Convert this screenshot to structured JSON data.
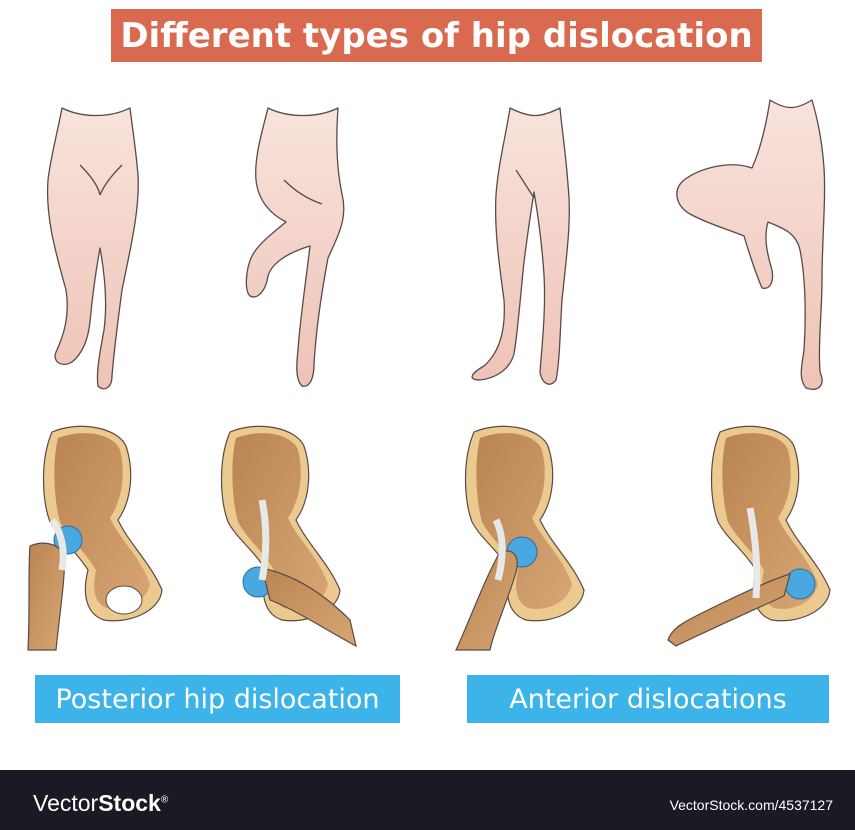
{
  "title": "Different types of hip dislocation",
  "labels": {
    "posterior": "Posterior hip dislocation",
    "anterior": "Anterior dislocations"
  },
  "footer": {
    "brand_regular": "Vector",
    "brand_bold": "Stock",
    "brand_mark": "®",
    "url": "VectorStock.com/4537127"
  },
  "colors": {
    "title_bg": "#d9694f",
    "label_bg": "#3cb4ea",
    "skin": "#f3d2c8",
    "bone": "#c8945f",
    "bone_cartilage": "#ecc98f",
    "joint_blue": "#4aa8e0",
    "footer_bg": "#1a1a24"
  }
}
